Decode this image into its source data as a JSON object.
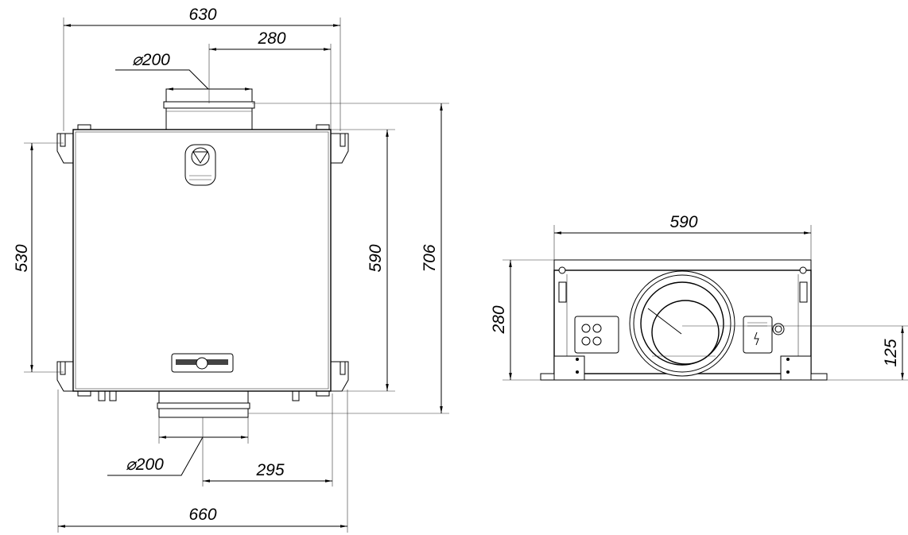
{
  "front_view": {
    "width_top": "630",
    "offset_top": "280",
    "diameter_top": "⌀200",
    "height_mount": "530",
    "height_body": "590",
    "height_total": "706",
    "diameter_bottom": "⌀200",
    "offset_bottom": "295",
    "width_bottom": "660"
  },
  "side_view": {
    "width": "590",
    "height": "280",
    "axis_height": "125"
  }
}
